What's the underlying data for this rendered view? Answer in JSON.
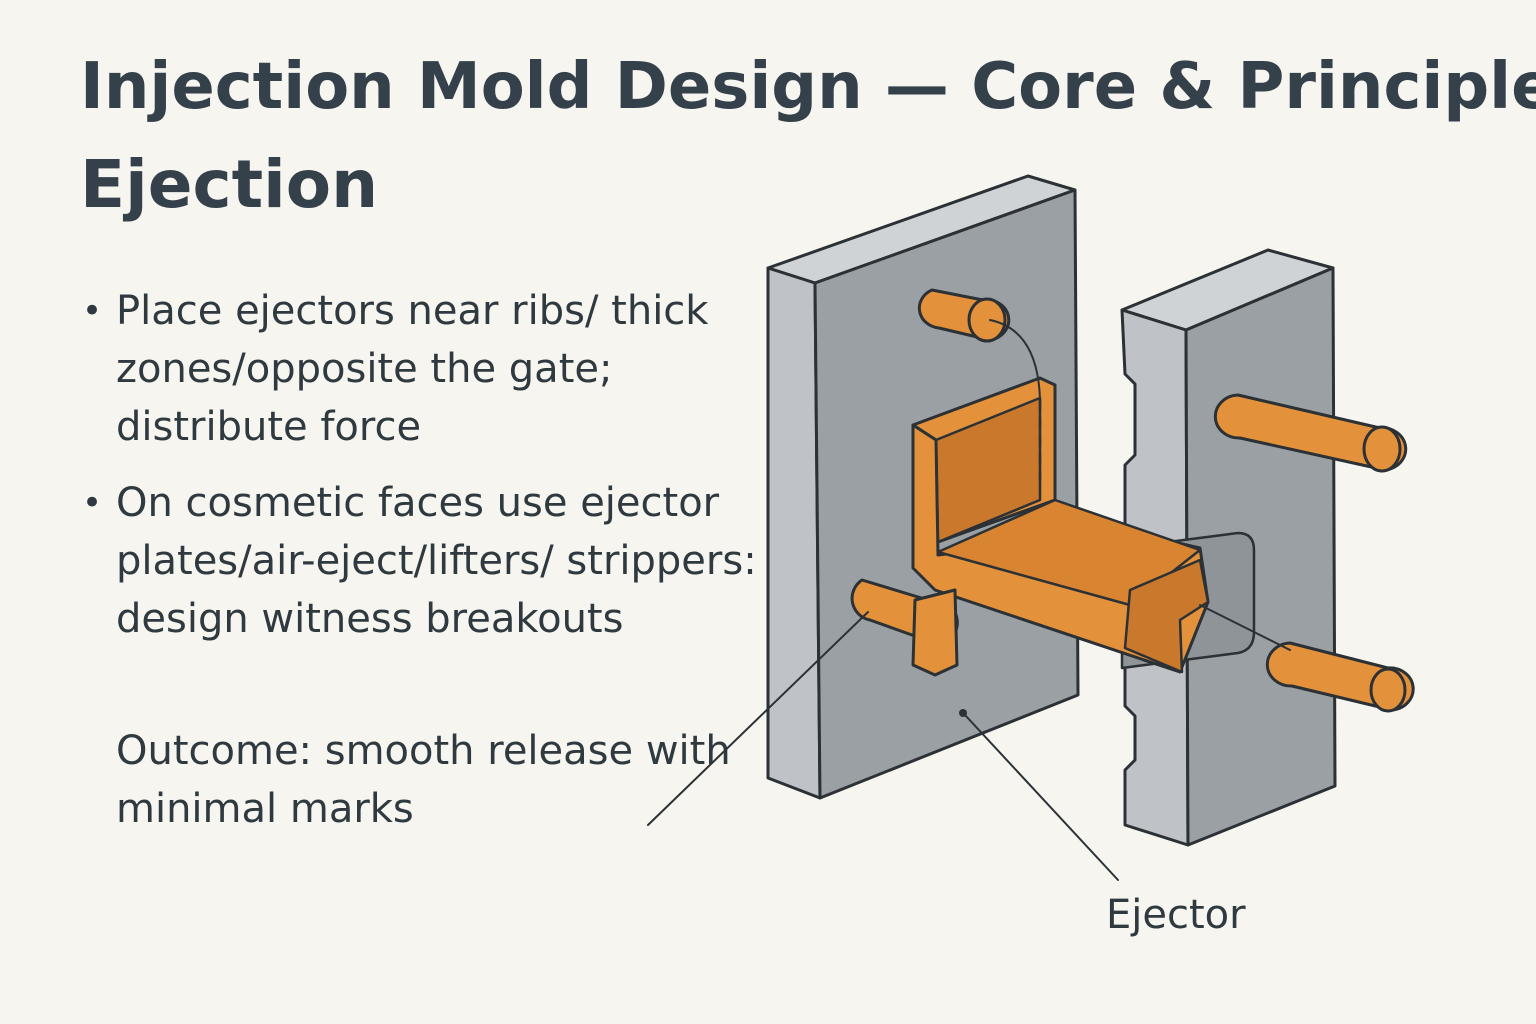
{
  "header": {
    "title": "Injection Mold Design — Core & Principles",
    "subtitle": "Ejection"
  },
  "bullets": [
    {
      "text": "Place ejectors near ribs/ thick zones/opposite the gate; distribute force"
    },
    {
      "text": "On cosmetic faces use ejector plates/air-eject/lifters/ strippers: design witness breakouts"
    }
  ],
  "outcome": "Outcome: smooth release with minimal marks",
  "diagram": {
    "label": "Ejector",
    "colors": {
      "plate_face": "#9ba0a5",
      "plate_side": "#bfc3c7",
      "plate_top": "#d0d3d6",
      "part": "#e3913b",
      "part_dark": "#c9782c",
      "outline": "#2b3135"
    }
  }
}
